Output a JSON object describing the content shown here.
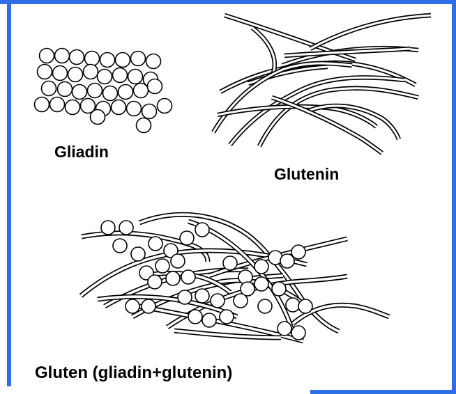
{
  "labels": {
    "gliadin": "Gliadin",
    "glutenin": "Glutenin",
    "gluten": "Gluten (gliadin+glutenin)"
  },
  "colors": {
    "frame": "#2f6fe6",
    "ink": "#000000",
    "background": "#ffffff"
  }
}
